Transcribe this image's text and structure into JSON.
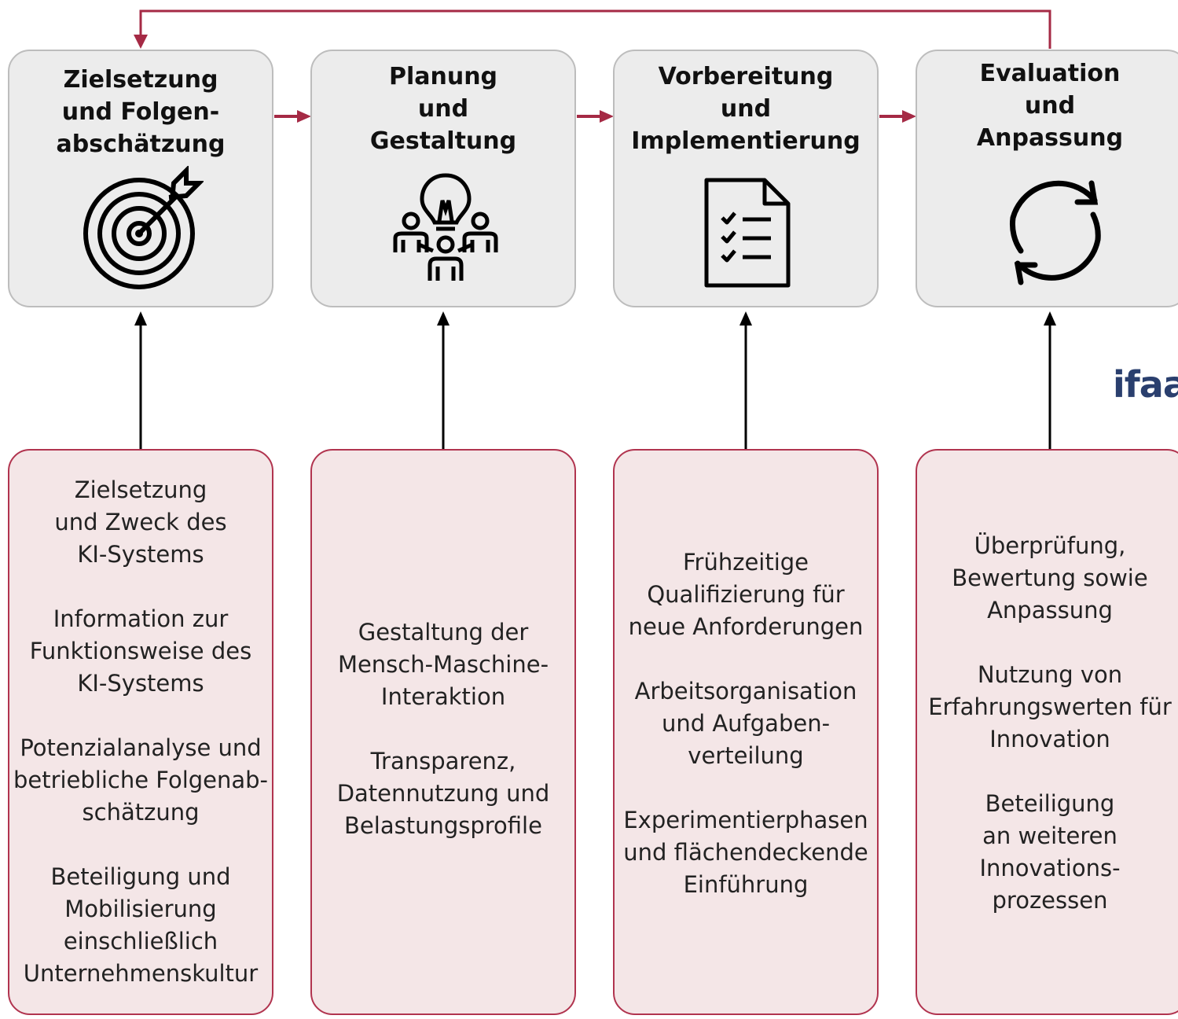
{
  "phases": [
    {
      "title": "Zielsetzung\nund Folgen-\nabschätzung",
      "icon": "target-icon"
    },
    {
      "title": "Planung\nund\nGestaltung",
      "icon": "team-idea-icon"
    },
    {
      "title": "Vorbereitung\nund\nImplementierung",
      "icon": "checklist-icon"
    },
    {
      "title": "Evaluation\nund\nAnpassung",
      "icon": "refresh-cycle-icon"
    }
  ],
  "details": [
    {
      "items": [
        "Zielsetzung\nund Zweck des\nKI-Systems",
        "Information zur\nFunktionsweise des\nKI-Systems",
        "Potenzialanalyse und\nbetriebliche Folgenab-\nschätzung",
        "Beteiligung und\nMobilisierung\neinschließlich\nUnternehmenskultur"
      ]
    },
    {
      "items": [
        "Gestaltung der\nMensch-Maschine-\nInteraktion",
        "Transparenz,\nDatennutzung und\nBelastungsprofile"
      ]
    },
    {
      "items": [
        "Frühzeitige\nQualifizierung für\nneue Anforderungen",
        "Arbeitsorganisation\nund Aufgaben-\nverteilung",
        "Experimentierphasen\nund flächendeckende\nEinführung"
      ]
    },
    {
      "items": [
        "Überprüfung,\nBewertung sowie\nAnpassung",
        "Nutzung von\nErfahrungswerten für\nInnovation",
        "Beteiligung\nan weiteren\nInnovations-\nprozessen"
      ]
    }
  ],
  "logo": {
    "text": "ifaa"
  },
  "colors": {
    "accent": "#a52a45",
    "phase_fill": "#ececec",
    "detail_fill": "#f4e6e7"
  }
}
